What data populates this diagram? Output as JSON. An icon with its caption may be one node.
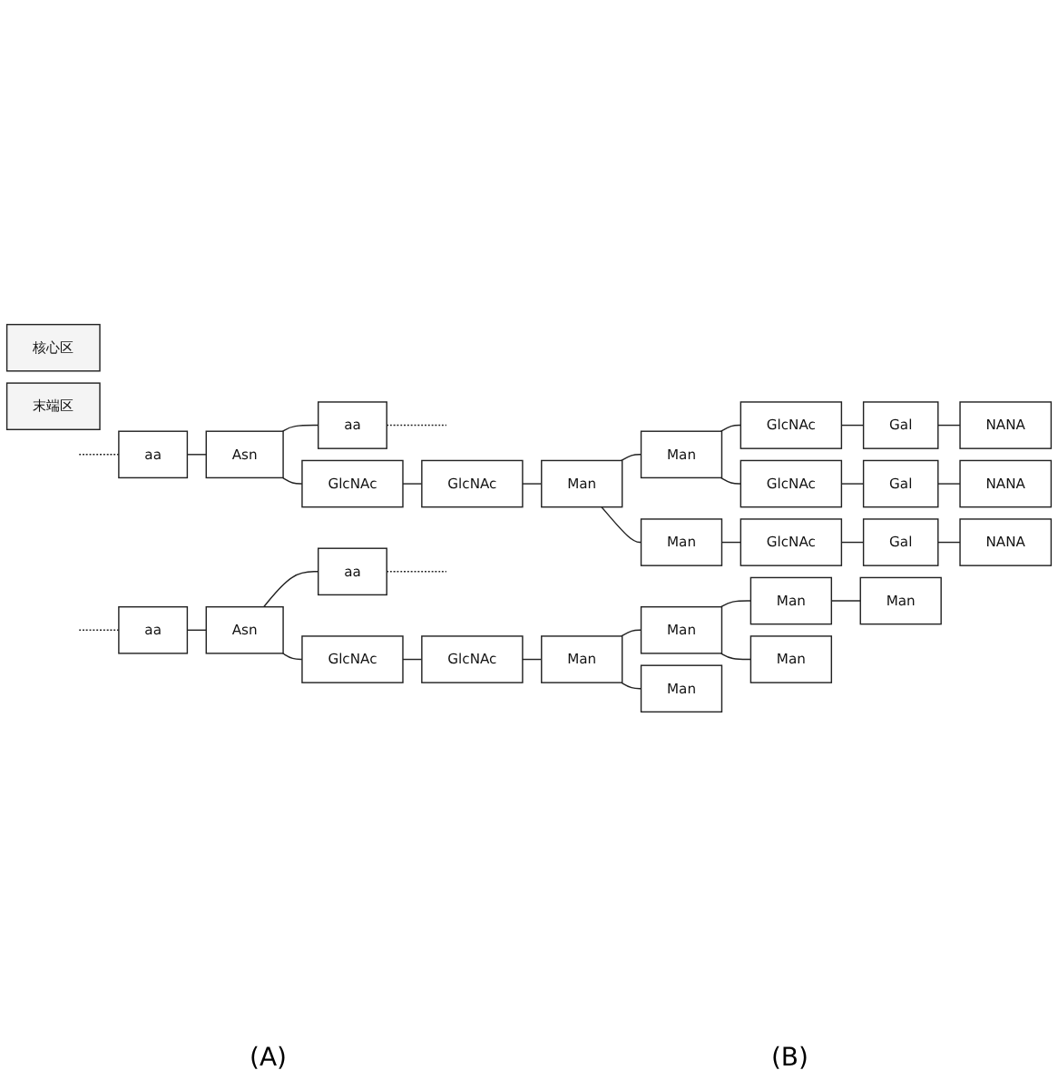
{
  "diagram": {
    "nodes": [
      {
        "text": [
          "核心区"
        ]
      },
      {
        "text": [
          "末端区"
        ]
      },
      {
        "text": [
          "aa"
        ]
      },
      {
        "text": [
          "Asn"
        ]
      },
      {
        "text": [
          "aa"
        ]
      },
      {
        "text": [
          "GlcNAc"
        ]
      },
      {
        "text": [
          "GlcNAc"
        ]
      },
      {
        "text": [
          "Man"
        ]
      },
      {
        "text": [
          "Man"
        ]
      },
      {
        "text": [
          "Man"
        ]
      },
      {
        "text": [
          "GlcNAc"
        ]
      },
      {
        "text": [
          "Gal"
        ]
      },
      {
        "text": [
          "NANA"
        ]
      },
      {
        "text": [
          "GlcNAc"
        ]
      },
      {
        "text": [
          "Gal"
        ]
      },
      {
        "text": [
          "NANA"
        ]
      },
      {
        "text": [
          "GlcNAc"
        ]
      },
      {
        "text": [
          "Gal"
        ]
      },
      {
        "text": [
          "NANA"
        ]
      },
      {
        "text": [
          "aa"
        ]
      },
      {
        "text": [
          "Asn"
        ]
      },
      {
        "text": [
          "aa"
        ]
      },
      {
        "text": [
          "GlcNAc"
        ]
      },
      {
        "text": [
          "GlcNAc"
        ]
      },
      {
        "text": [
          "Man"
        ]
      },
      {
        "text": [
          "Man"
        ]
      },
      {
        "text": [
          "Man"
        ]
      },
      {
        "text": [
          "Man"
        ]
      },
      {
        "text": [
          "Man"
        ]
      },
      {
        "text": [
          "Man"
        ]
      }
    ],
    "edges": [
      {
        "from": null,
        "to": 2,
        "arrow": "none",
        "style": "dashed"
      },
      {
        "from": 2,
        "to": 3,
        "arrow": "none"
      },
      {
        "from": 3,
        "to": 4,
        "arrow": "none"
      },
      {
        "from": 4,
        "to": null,
        "arrow": "none",
        "style": "dashed"
      },
      {
        "from": 3,
        "to": 5,
        "arrow": "none"
      },
      {
        "from": 5,
        "to": 6,
        "arrow": "none"
      },
      {
        "from": 6,
        "to": 7,
        "arrow": "none"
      },
      {
        "from": 7,
        "to": 8,
        "arrow": "none"
      },
      {
        "from": 7,
        "to": 9,
        "arrow": "none"
      },
      {
        "from": 8,
        "to": 10,
        "arrow": "none"
      },
      {
        "from": 10,
        "to": 11,
        "arrow": "none"
      },
      {
        "from": 11,
        "to": 12,
        "arrow": "none"
      },
      {
        "from": 8,
        "to": 13,
        "arrow": "none"
      },
      {
        "from": 13,
        "to": 14,
        "arrow": "none"
      },
      {
        "from": 14,
        "to": 15,
        "arrow": "none"
      },
      {
        "from": 9,
        "to": 16,
        "arrow": "none"
      },
      {
        "from": 16,
        "to": 17,
        "arrow": "none"
      },
      {
        "from": 17,
        "to": 18,
        "arrow": "none"
      },
      {
        "from": null,
        "to": 19,
        "arrow": "none",
        "style": "dashed"
      },
      {
        "from": 19,
        "to": 20,
        "arrow": "none"
      },
      {
        "from": 20,
        "to": 21,
        "arrow": "none"
      },
      {
        "from": 21,
        "to": null,
        "arrow": "none",
        "style": "dashed"
      },
      {
        "from": 20,
        "to": 22,
        "arrow": "none"
      },
      {
        "from": 22,
        "to": 23,
        "arrow": "none"
      },
      {
        "from": 23,
        "to": 24,
        "arrow": "none"
      },
      {
        "from": 24,
        "to": 25,
        "arrow": "none"
      },
      {
        "from": 24,
        "to": 26,
        "arrow": "none"
      },
      {
        "from": 25,
        "to": 27,
        "arrow": "none"
      },
      {
        "from": 27,
        "to": 28,
        "arrow": "none"
      },
      {
        "from": 25,
        "to": 29,
        "arrow": "none"
      }
    ],
    "labels": [
      "(A)",
      "(B)"
    ]
  }
}
